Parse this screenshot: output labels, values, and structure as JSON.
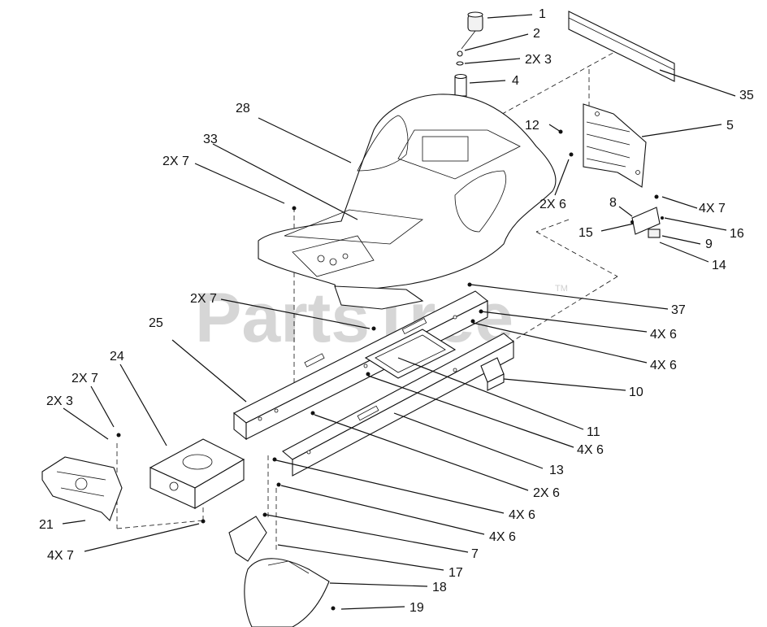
{
  "watermark": {
    "text": "PartsTree",
    "trademark": "TM"
  },
  "labels": {
    "l1": "1",
    "l2": "2",
    "l2x3a": "2X 3",
    "l4": "4",
    "l35": "35",
    "l28": "28",
    "l33": "33",
    "l2x7a": "2X 7",
    "l12": "12",
    "l5": "5",
    "l2x6a": "2X 6",
    "l8": "8",
    "l4x7a": "4X 7",
    "l15": "15",
    "l16": "16",
    "l9": "9",
    "l14": "14",
    "l2x7b": "2X 7",
    "l37": "37",
    "l4x6a": "4X 6",
    "l25": "25",
    "l4x6b": "4X 6",
    "l10": "10",
    "l24": "24",
    "l2x7c": "2X 7",
    "l11": "11",
    "l2x3b": "2X 3",
    "l4x6c": "4X 6",
    "l13": "13",
    "l2x6b": "2X 6",
    "l21": "21",
    "l4x6d": "4X 6",
    "l4x6e": "4X 6",
    "l4x7b": "4X 7",
    "l7": "7",
    "l17": "17",
    "l18": "18",
    "l19": "19"
  }
}
